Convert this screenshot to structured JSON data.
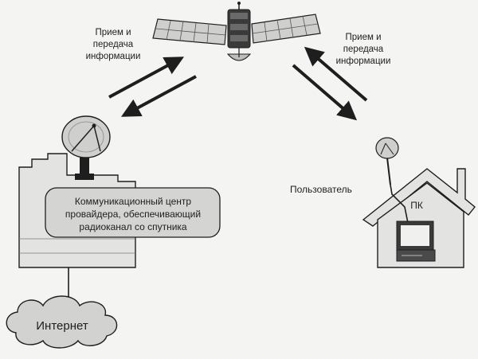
{
  "labels": {
    "left_link": [
      "Прием и",
      "передача",
      "информации"
    ],
    "right_link": [
      "Прием и",
      "передача",
      "информации"
    ],
    "provider_center": [
      "Коммуникационный центр",
      "провайдера, обеспечивающий",
      "радиоканал со спутника"
    ],
    "user": "Пользователь",
    "pc": "ПК",
    "internet": "Интернет"
  },
  "colors": {
    "line": "#1e1e1e",
    "building_fill": "#e3e3e1",
    "callout_fill": "#d4d4d2",
    "cloud_fill": "#d2d2d0",
    "panel_fill": "#cfcfcd",
    "background": "#f4f4f2"
  },
  "icons": [
    "satellite-icon",
    "dish-antenna-icon",
    "house-icon",
    "computer-icon",
    "cloud-icon"
  ]
}
